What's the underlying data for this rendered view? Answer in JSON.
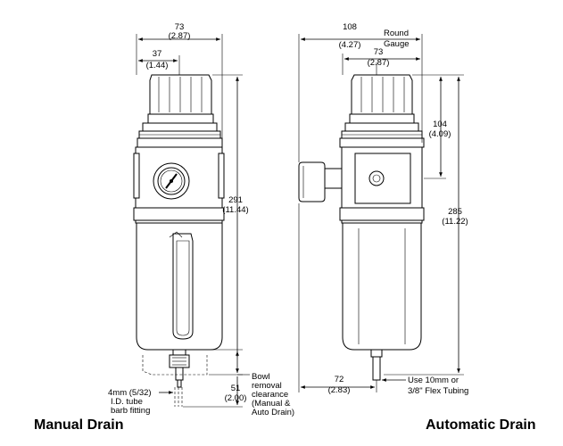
{
  "captions": {
    "left": "Manual Drain",
    "right": "Automatic Drain"
  },
  "left_view": {
    "width_mm": "73",
    "width_in": "(2.87)",
    "half_mm": "37",
    "half_in": "(1.44)",
    "height_mm": "291",
    "height_in": "(11.44)",
    "removal_mm": "51",
    "removal_in": "(2.00)",
    "removal_note": [
      "Bowl",
      "removal",
      "clearance",
      "(Manual &",
      "Auto Drain)"
    ],
    "tube_note": [
      "4mm (5/32)",
      "I.D. tube",
      "barb fitting"
    ]
  },
  "right_view": {
    "gauge_mm": "108",
    "gauge_in": "(4.27)",
    "gauge_note": [
      "Round",
      "Gauge"
    ],
    "width_mm": "73",
    "width_in": "(2.87)",
    "port_mm": "104",
    "port_in": "(4.09)",
    "height_mm": "285",
    "height_in": "(11.22)",
    "drain_mm": "72",
    "drain_in": "(2.83)",
    "tubing_note": [
      "Use 10mm or",
      "3/8\" Flex Tubing"
    ]
  },
  "colors": {
    "line": "#000000",
    "background": "#ffffff"
  }
}
